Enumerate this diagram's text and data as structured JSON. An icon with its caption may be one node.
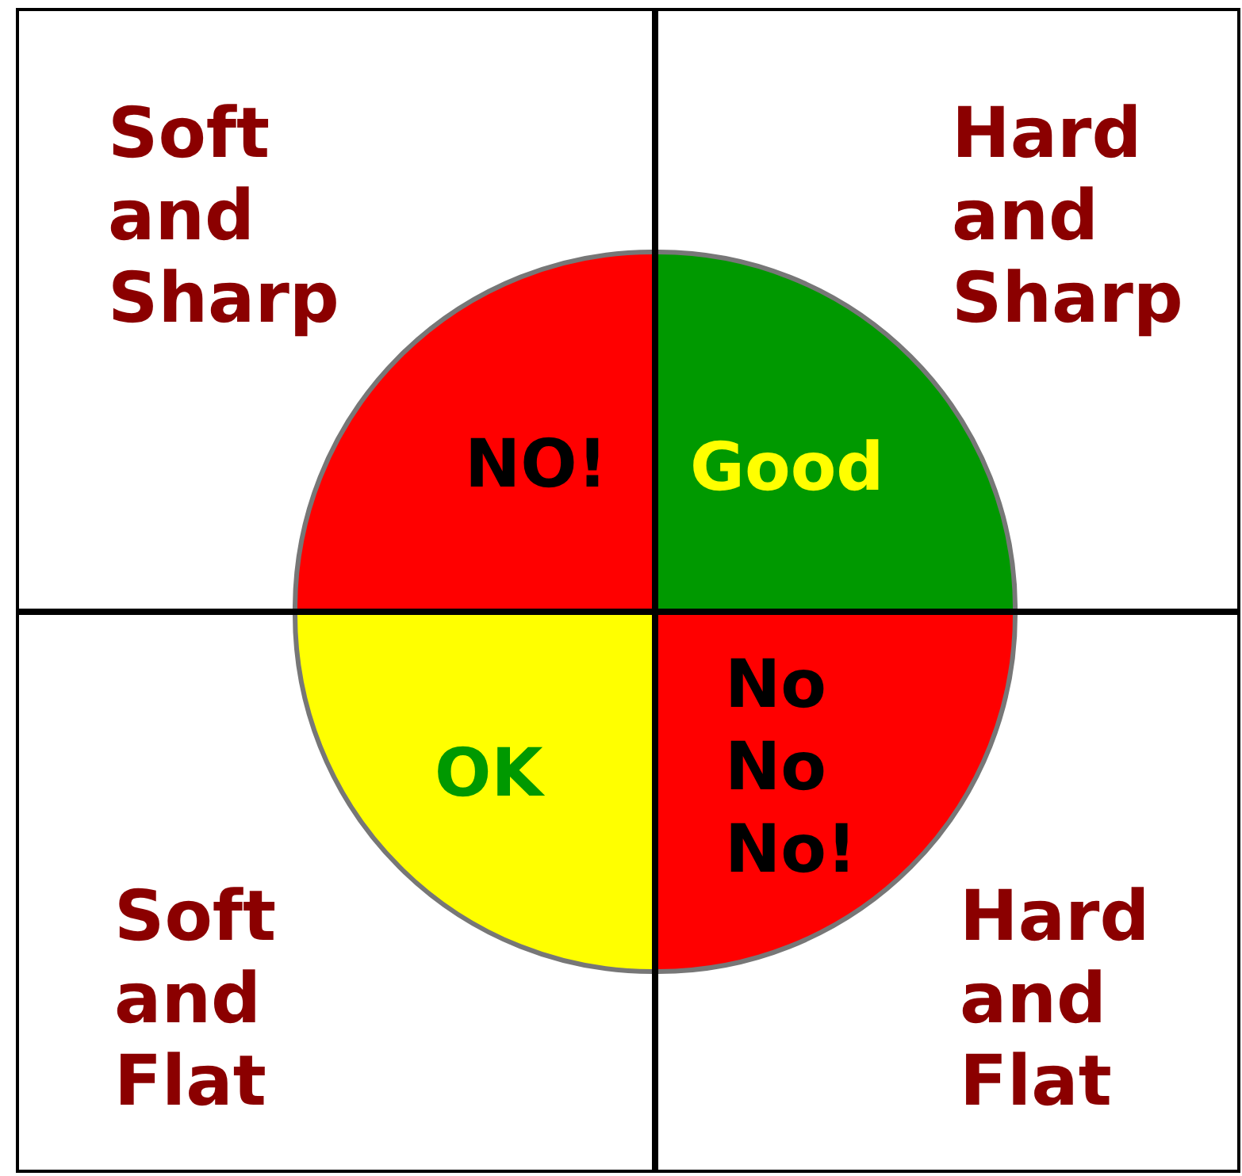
{
  "diagram": {
    "nodes": [
      {
        "text": [
          "Soft and Sharp"
        ]
      },
      {
        "text": [
          "NO!"
        ],
        "in": 0
      },
      {
        "text": [
          "Hard and Sharp"
        ]
      },
      {
        "text": [
          "Good"
        ],
        "in": 2
      },
      {
        "text": [
          "Soft and Flat"
        ]
      },
      {
        "text": [
          "OK"
        ],
        "in": 4
      },
      {
        "text": [
          "Hard and Flat"
        ]
      },
      {
        "text": [
          "No No No!"
        ],
        "in": 6
      }
    ],
    "edges": []
  }
}
